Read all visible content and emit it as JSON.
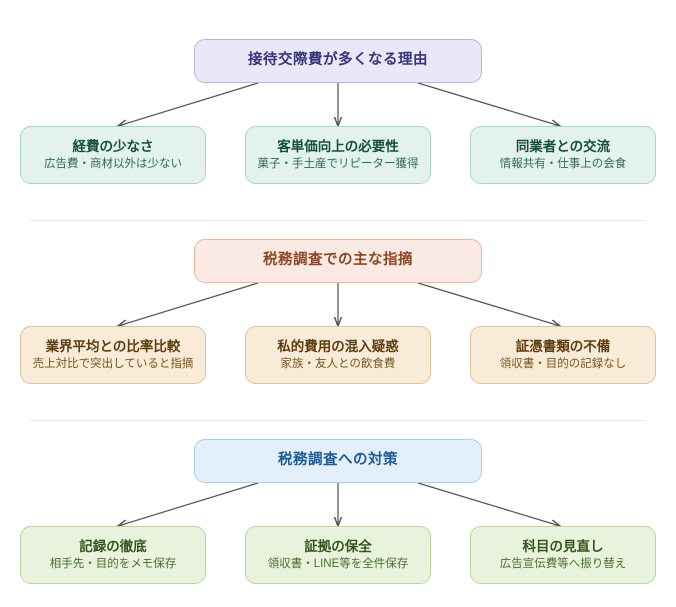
{
  "diagram": {
    "type": "three-tier-grouped-tree",
    "background_color": "#ffffff",
    "divider_color": "#e9e9e9",
    "edge_color": "#555555",
    "sections": [
      {
        "id": "reasons",
        "root_color": "#e9e7f8",
        "root_border": "#b9b3e0",
        "child_color": "#e4f2ec",
        "child_border": "#a9d6c4",
        "root": {
          "label": "接待交際費が多くなる理由"
        },
        "children": [
          {
            "title": "経費の少なさ",
            "subtitle": "広告費・商材以外は少ない"
          },
          {
            "title": "客単価向上の必要性",
            "subtitle": "菓子・手土産でリピーター獲得"
          },
          {
            "title": "同業者との交流",
            "subtitle": "情報共有・仕事上の会食"
          }
        ]
      },
      {
        "id": "audit-findings",
        "root_color": "#fbeae4",
        "root_border": "#e8b8a3",
        "child_color": "#f8ecd9",
        "child_border": "#ddc49a",
        "root": {
          "label": "税務調査での主な指摘"
        },
        "children": [
          {
            "title": "業界平均との比率比較",
            "subtitle": "売上対比で突出していると指摘"
          },
          {
            "title": "私的費用の混入疑惑",
            "subtitle": "家族・友人との飲食費"
          },
          {
            "title": "証憑書類の不備",
            "subtitle": "領収書・目的の記録なし"
          }
        ]
      },
      {
        "id": "countermeasures",
        "root_color": "#e3f0fb",
        "root_border": "#a8cfe9",
        "child_color": "#e9f2dd",
        "child_border": "#b9d79b",
        "root": {
          "label": "税務調査への対策"
        },
        "children": [
          {
            "title": "記録の徹底",
            "subtitle": "相手先・目的をメモ保存"
          },
          {
            "title": "証拠の保全",
            "subtitle": "領収書・LINE等を全件保存"
          },
          {
            "title": "科目の見直し",
            "subtitle": "広告宣伝費等へ振り替え"
          }
        ]
      }
    ]
  }
}
